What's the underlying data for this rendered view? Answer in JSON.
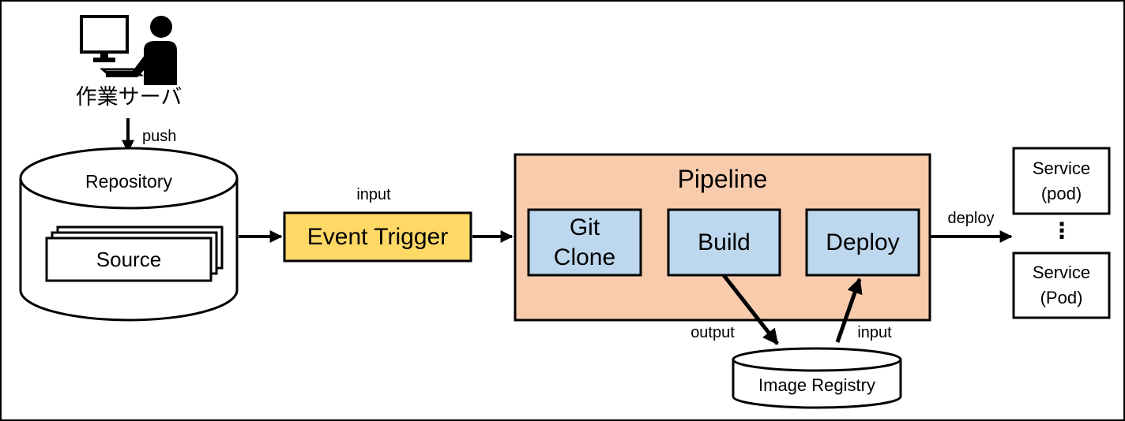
{
  "colors": {
    "pipeline_fill": "#f8cbad",
    "step_fill": "#bdd7ee",
    "trigger_fill": "#ffd966",
    "line": "#000000"
  },
  "icons": {
    "worker": "person-at-computer-icon"
  },
  "nodes": {
    "worker_label": "作業サーバ",
    "repository_label": "Repository",
    "source_label": "Source",
    "event_trigger_label": "Event Trigger",
    "pipeline_label": "Pipeline",
    "steps": [
      "Git\nClone",
      "Build",
      "Deploy"
    ],
    "image_registry_label": "Image Registry",
    "service_top_label": "Service\n(pod)",
    "service_bottom_label": "Service\n(Pod)",
    "service_ellipsis": "⋮"
  },
  "edges": {
    "push": "push",
    "input_trigger": "input",
    "deploy": "deploy",
    "output": "output",
    "input_registry": "input"
  }
}
